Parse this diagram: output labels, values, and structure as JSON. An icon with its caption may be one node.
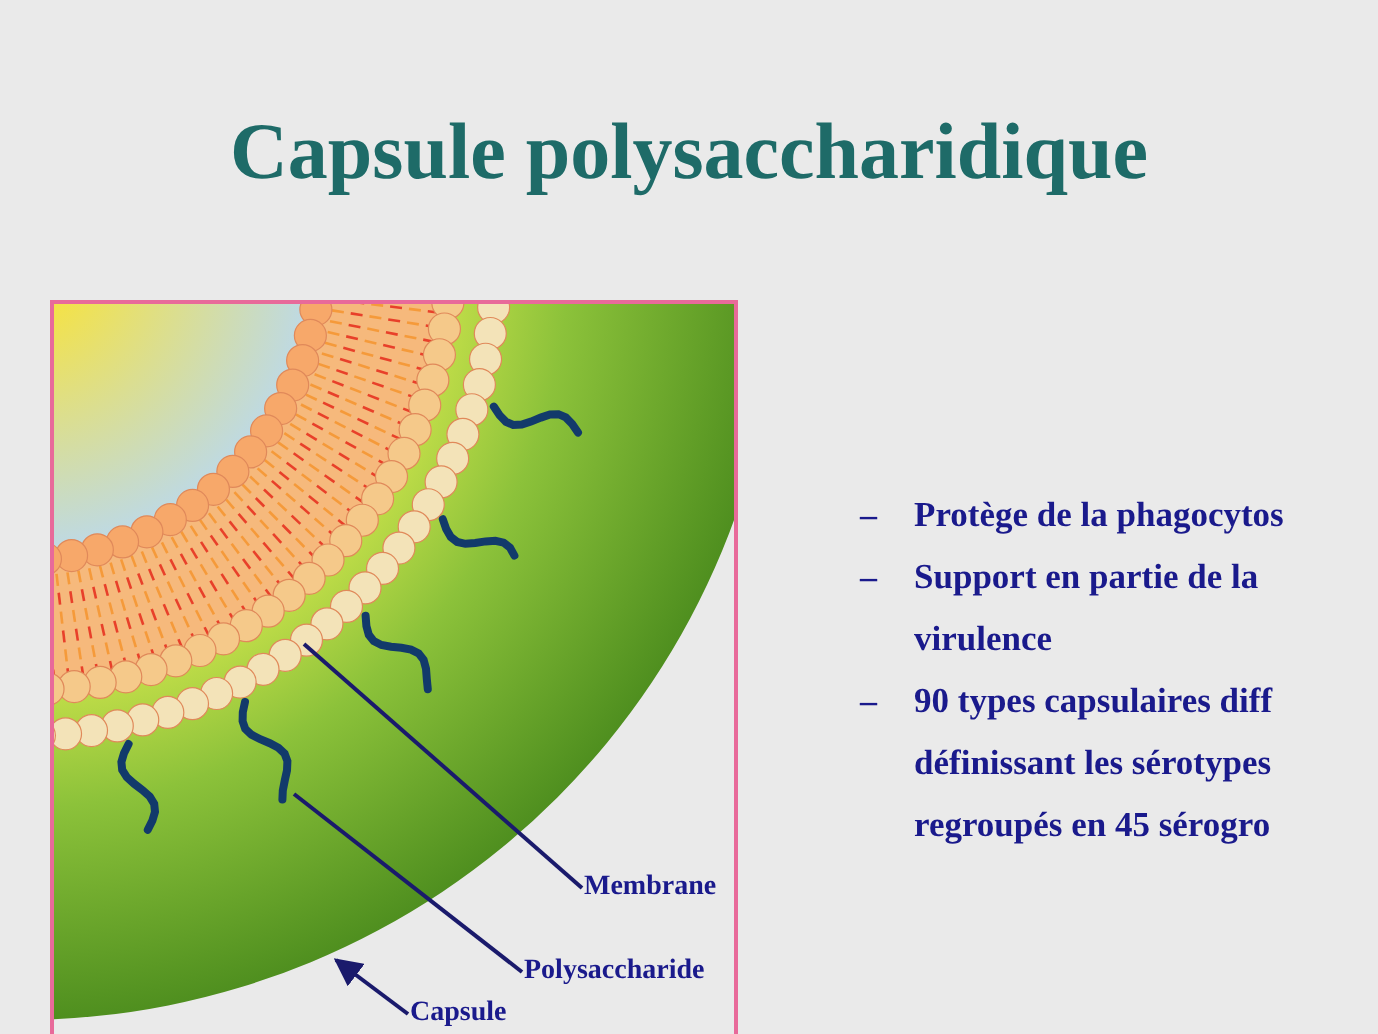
{
  "diagram": {
    "title": "Capsule polysaccharidique",
    "nodes": [
      {
        "text": [
          "Membrane"
        ]
      },
      {
        "text": [],
        "shape": "picture",
        "in": 5
      },
      {
        "text": [
          "Polysaccharide"
        ]
      },
      {
        "text": [],
        "shape": "picture",
        "in": 5
      },
      {
        "text": [
          "Capsule"
        ]
      },
      {
        "text": [],
        "shape": "picture"
      }
    ],
    "edges": [
      {
        "from": 0,
        "to": 1,
        "arrow": "none"
      },
      {
        "from": 2,
        "to": 3,
        "arrow": "none"
      },
      {
        "from": 4,
        "to": 5,
        "arrow": "to"
      }
    ],
    "labels": [
      "–",
      "Protège de la phagocytos",
      "–",
      "Support en partie de la virulence",
      "–",
      "90 types capsulaires diff définissant les sérotypes regroupés en 45 sérogro"
    ]
  }
}
